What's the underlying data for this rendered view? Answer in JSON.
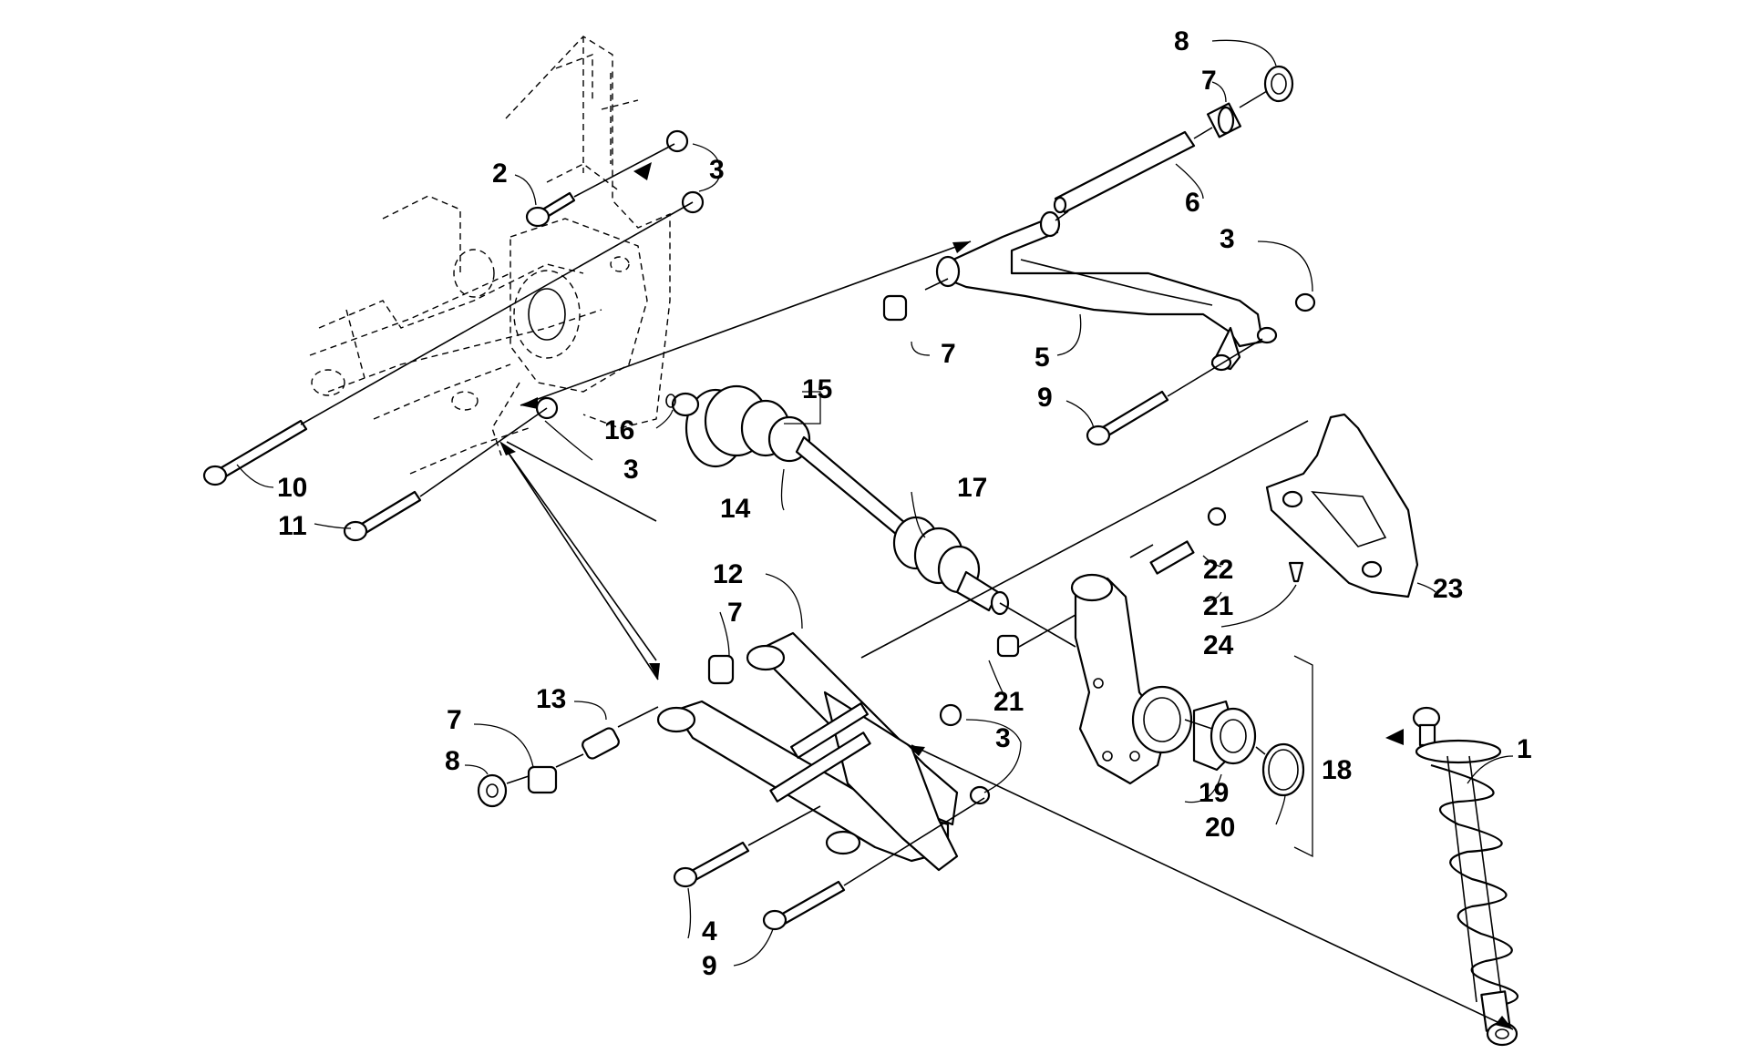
{
  "labels": {
    "l1": "1",
    "l2": "2",
    "l3a": "3",
    "l3b": "3",
    "l3c": "3",
    "l3d": "3",
    "l3e": "3",
    "l4": "4",
    "l5": "5",
    "l6": "6",
    "l7a": "7",
    "l7b": "7",
    "l7c": "7",
    "l7d": "7",
    "l8a": "8",
    "l8b": "8",
    "l9a": "9",
    "l9b": "9",
    "l10": "10",
    "l11": "11",
    "l12": "12",
    "l13": "13",
    "l14": "14",
    "l15": "15",
    "l16": "16",
    "l17": "17",
    "l18": "18",
    "l19": "19",
    "l20": "20",
    "l21a": "21",
    "l21b": "21",
    "l22": "22",
    "l23": "23",
    "l24": "24"
  }
}
